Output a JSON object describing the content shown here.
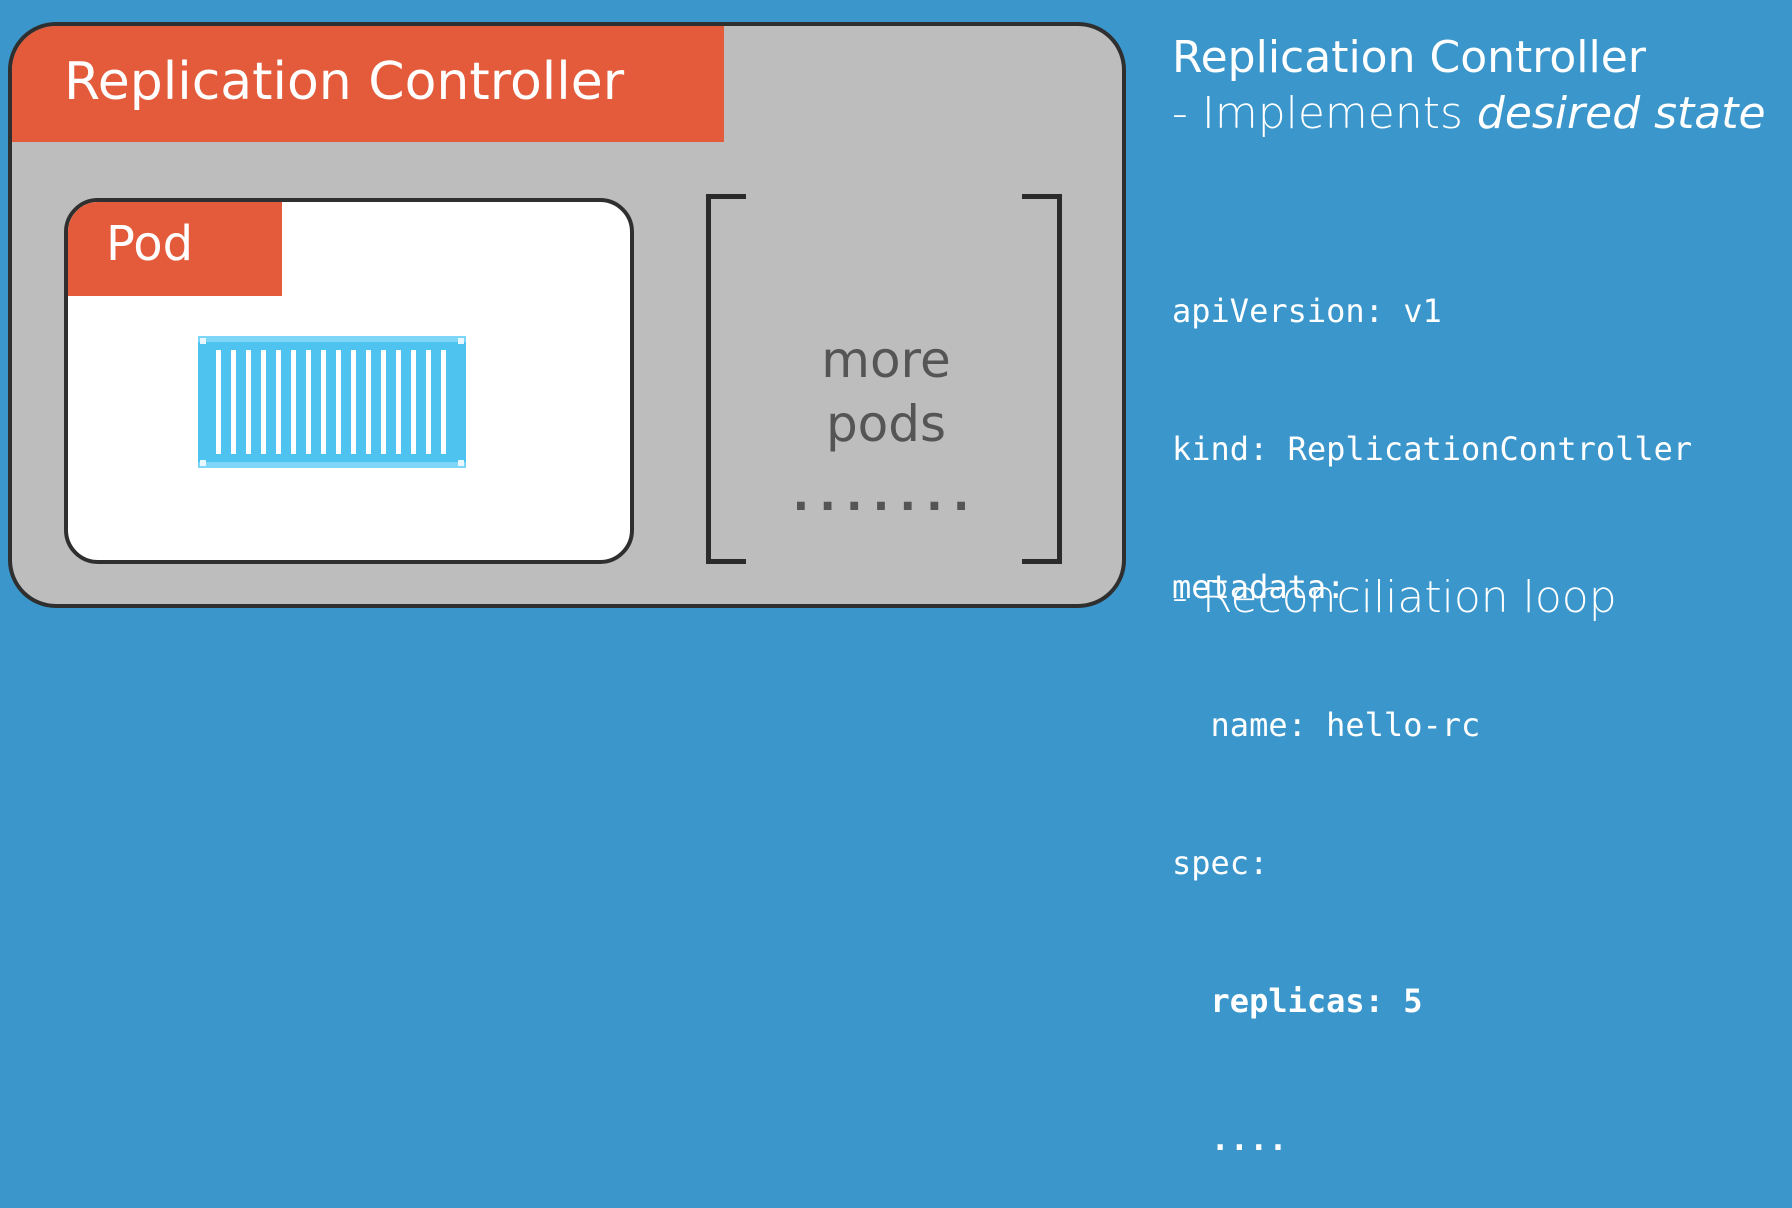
{
  "colors": {
    "background": "#3a96cb",
    "accent": "#e35b3a",
    "panel": "#bdbdbd",
    "container_icon": "#4fc3f0"
  },
  "diagram": {
    "rc_title": "Replication Controller",
    "pod_title": "Pod",
    "container_icon": "shipping-container-icon",
    "more_pods_line1": "more",
    "more_pods_line2": "pods",
    "more_pods_dots": "......."
  },
  "side": {
    "title": "Replication Controller",
    "subtitle_prefix": "- Implements ",
    "subtitle_emphasis": "desired state",
    "code_lines": [
      "apiVersion: v1",
      "kind: ReplicationController",
      "metadata:",
      "  name: hello-rc",
      "spec:",
      "  replicas: 5",
      "  ...."
    ],
    "footer": "- Reconciliation loop"
  }
}
